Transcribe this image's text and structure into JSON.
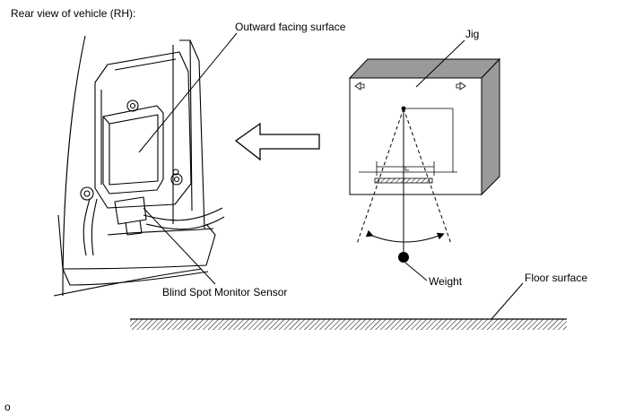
{
  "labels": {
    "title": "Rear view of vehicle (RH):",
    "outward_surface": "Outward facing surface",
    "jig": "Jig",
    "weight": "Weight",
    "floor_surface": "Floor surface",
    "sensor": "Blind Spot Monitor Sensor",
    "corner_mark": "o"
  }
}
